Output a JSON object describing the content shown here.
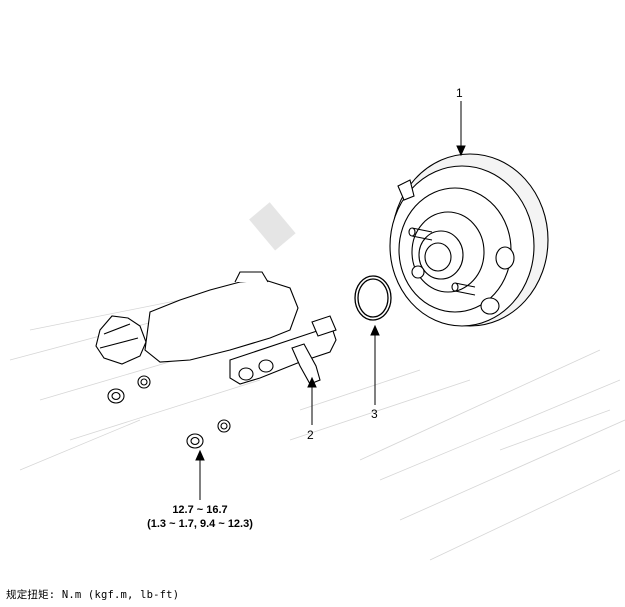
{
  "callouts": {
    "booster": "1",
    "master_cylinder": "2",
    "o_ring": "3"
  },
  "torque": {
    "nm": "12.7 ~ 16.7",
    "alt": "(1.3 ~ 1.7, 9.4 ~ 12.3)"
  },
  "footer": "规定扭矩: N.m (kgf.m, lb-ft)",
  "colors": {
    "line": "#000000",
    "watermark": "#bdbdbd"
  }
}
